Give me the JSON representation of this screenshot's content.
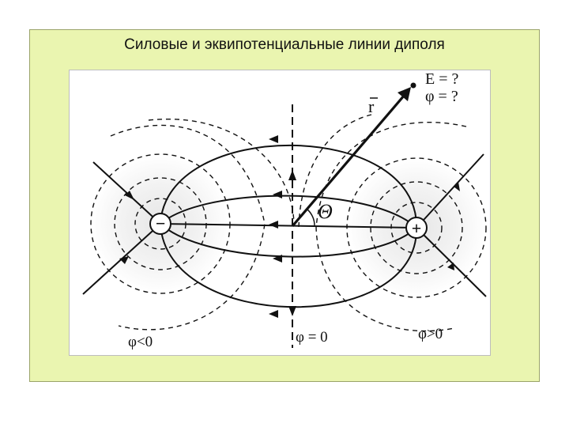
{
  "slide": {
    "title": "Силовые и эквипотенциальные линии диполя"
  },
  "diagram": {
    "charges": {
      "negative": "−",
      "positive": "+"
    },
    "labels": {
      "field": "E = ?",
      "potential_q": "φ = ?",
      "radius_vector": "r",
      "angle": "Θ",
      "phi_negative": "φ<0",
      "phi_zero": "φ = 0",
      "phi_positive": "φ>0"
    },
    "colors": {
      "background": "#eaf5b0",
      "figure_background": "#ffffff",
      "shade": "#dcdcdc",
      "line": "#111111"
    }
  }
}
